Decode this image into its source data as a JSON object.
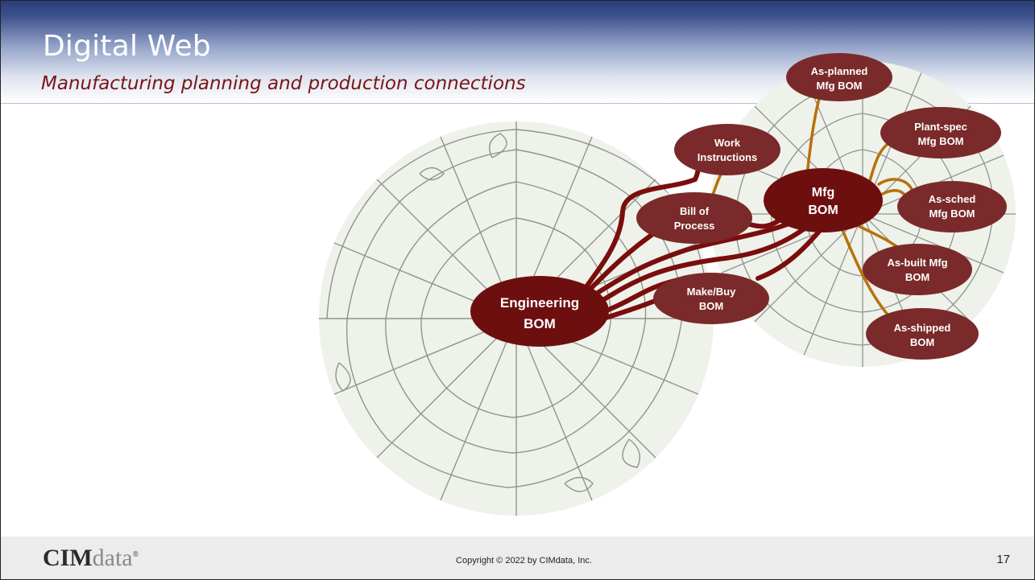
{
  "slide": {
    "title": "Digital Web",
    "subtitle": "Manufacturing planning and production connections"
  },
  "diagram": {
    "nodes": {
      "engineering_bom": {
        "line1": "Engineering",
        "line2": "BOM"
      },
      "mfg_bom": {
        "line1": "Mfg",
        "line2": "BOM"
      },
      "bill_of_process": {
        "line1": "Bill of",
        "line2": "Process"
      },
      "work_instructions": {
        "line1": "Work",
        "line2": "Instructions"
      },
      "make_buy_bom": {
        "line1": "Make/Buy",
        "line2": "BOM"
      },
      "as_planned": {
        "line1": "As-planned",
        "line2": "Mfg BOM"
      },
      "plant_spec": {
        "line1": "Plant-spec",
        "line2": "Mfg BOM"
      },
      "as_sched": {
        "line1": "As-sched",
        "line2": "Mfg BOM"
      },
      "as_built": {
        "line1": "As-built Mfg",
        "line2": "BOM"
      },
      "as_shipped": {
        "line1": "As-shipped",
        "line2": "BOM"
      }
    },
    "colors": {
      "node_fill": "#7a2a2a",
      "node_fill_dark": "#6e0f0f",
      "primary_connector": "#7a0d0d",
      "secondary_connector": "#b8700c",
      "web_background": "#eef2ea",
      "web_strands": "#8f948d"
    }
  },
  "footer": {
    "logo_cim": "CIM",
    "logo_data": "data",
    "logo_reg": "®",
    "copyright": "Copyright © 2022 by CIMdata, Inc.",
    "page_number": "17"
  }
}
